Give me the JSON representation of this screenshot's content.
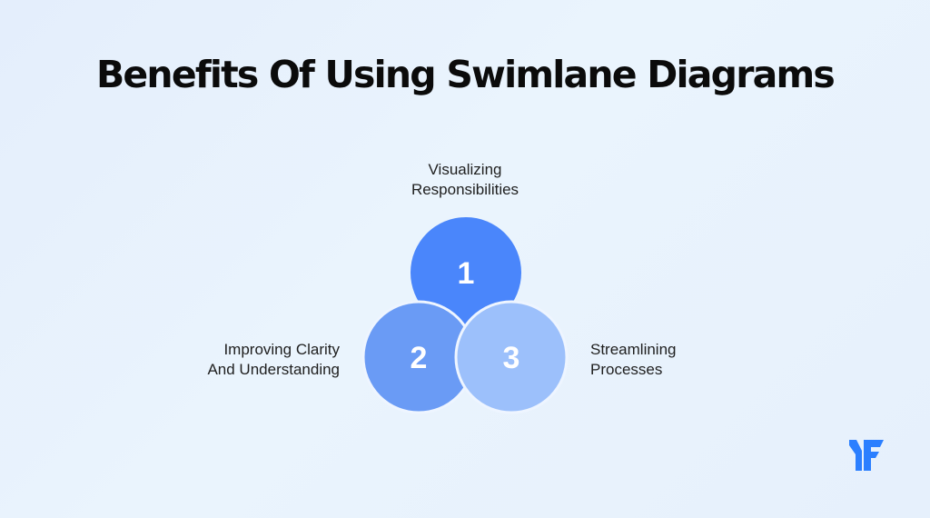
{
  "title": "Benefits Of Using Swimlane Diagrams",
  "items": [
    {
      "number": "1",
      "line1": "Visualizing",
      "line2": "Responsibilities",
      "color": "#4a86fb"
    },
    {
      "number": "2",
      "line1": "Improving Clarity",
      "line2": "And Understanding",
      "color": "#6a9bf5"
    },
    {
      "number": "3",
      "line1": "Streamlining",
      "line2": "Processes",
      "color": "#9cc0fb"
    }
  ],
  "logo_icon": "brand-logo-icon",
  "logo_color": "#2b7fff"
}
